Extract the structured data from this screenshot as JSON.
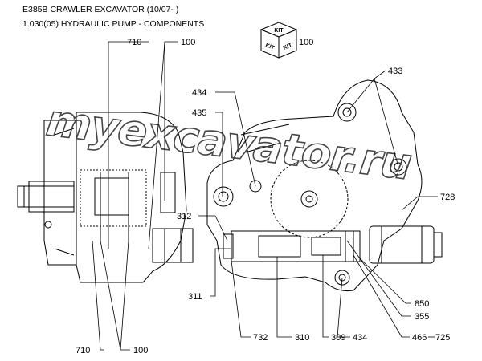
{
  "header": {
    "model": "E385B CRAWLER EXCAVATOR (10/07- )",
    "section": "1.030(05) HYDRAULIC PUMP - COMPONENTS"
  },
  "kit": {
    "label": "KIT",
    "ref": "100"
  },
  "watermark": "myexcavator.ru",
  "callouts": [
    "710",
    "100",
    "434",
    "435",
    "433",
    "728",
    "312",
    "311",
    "850",
    "355",
    "732",
    "310",
    "309",
    "434",
    "466",
    "725",
    "710",
    "100"
  ]
}
